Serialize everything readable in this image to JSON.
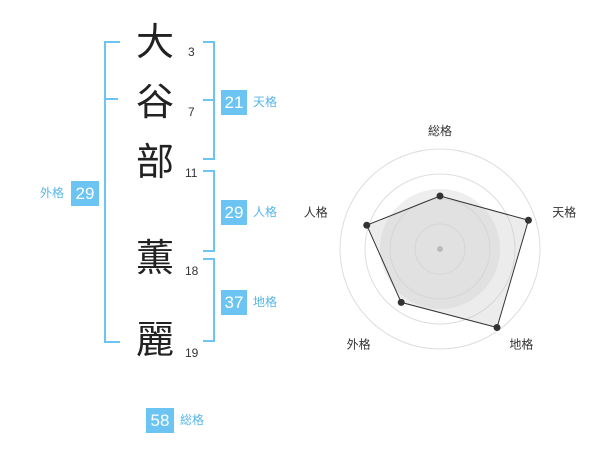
{
  "name": {
    "chars": [
      {
        "char": "大",
        "strokes": "3"
      },
      {
        "char": "谷",
        "strokes": "7"
      },
      {
        "char": "部",
        "strokes": "11"
      },
      {
        "char": "薫",
        "strokes": "18"
      },
      {
        "char": "麗",
        "strokes": "19"
      }
    ]
  },
  "kakaku": {
    "tenkaku": {
      "value": "21",
      "label": "天格"
    },
    "jinkaku": {
      "value": "29",
      "label": "人格"
    },
    "chikaku": {
      "value": "37",
      "label": "地格"
    },
    "gaikaku": {
      "value": "29",
      "label": "外格"
    },
    "soukaku": {
      "value": "58",
      "label": "総格"
    }
  },
  "colors": {
    "accent": "#6cc4f2",
    "text": "#222222"
  },
  "chart_data": {
    "type": "radar",
    "axes": [
      "総格",
      "天格",
      "地格",
      "外格",
      "人格"
    ],
    "values": [
      0.53,
      0.93,
      0.97,
      0.66,
      0.77
    ],
    "range": [
      0,
      1
    ],
    "rings": 4
  }
}
